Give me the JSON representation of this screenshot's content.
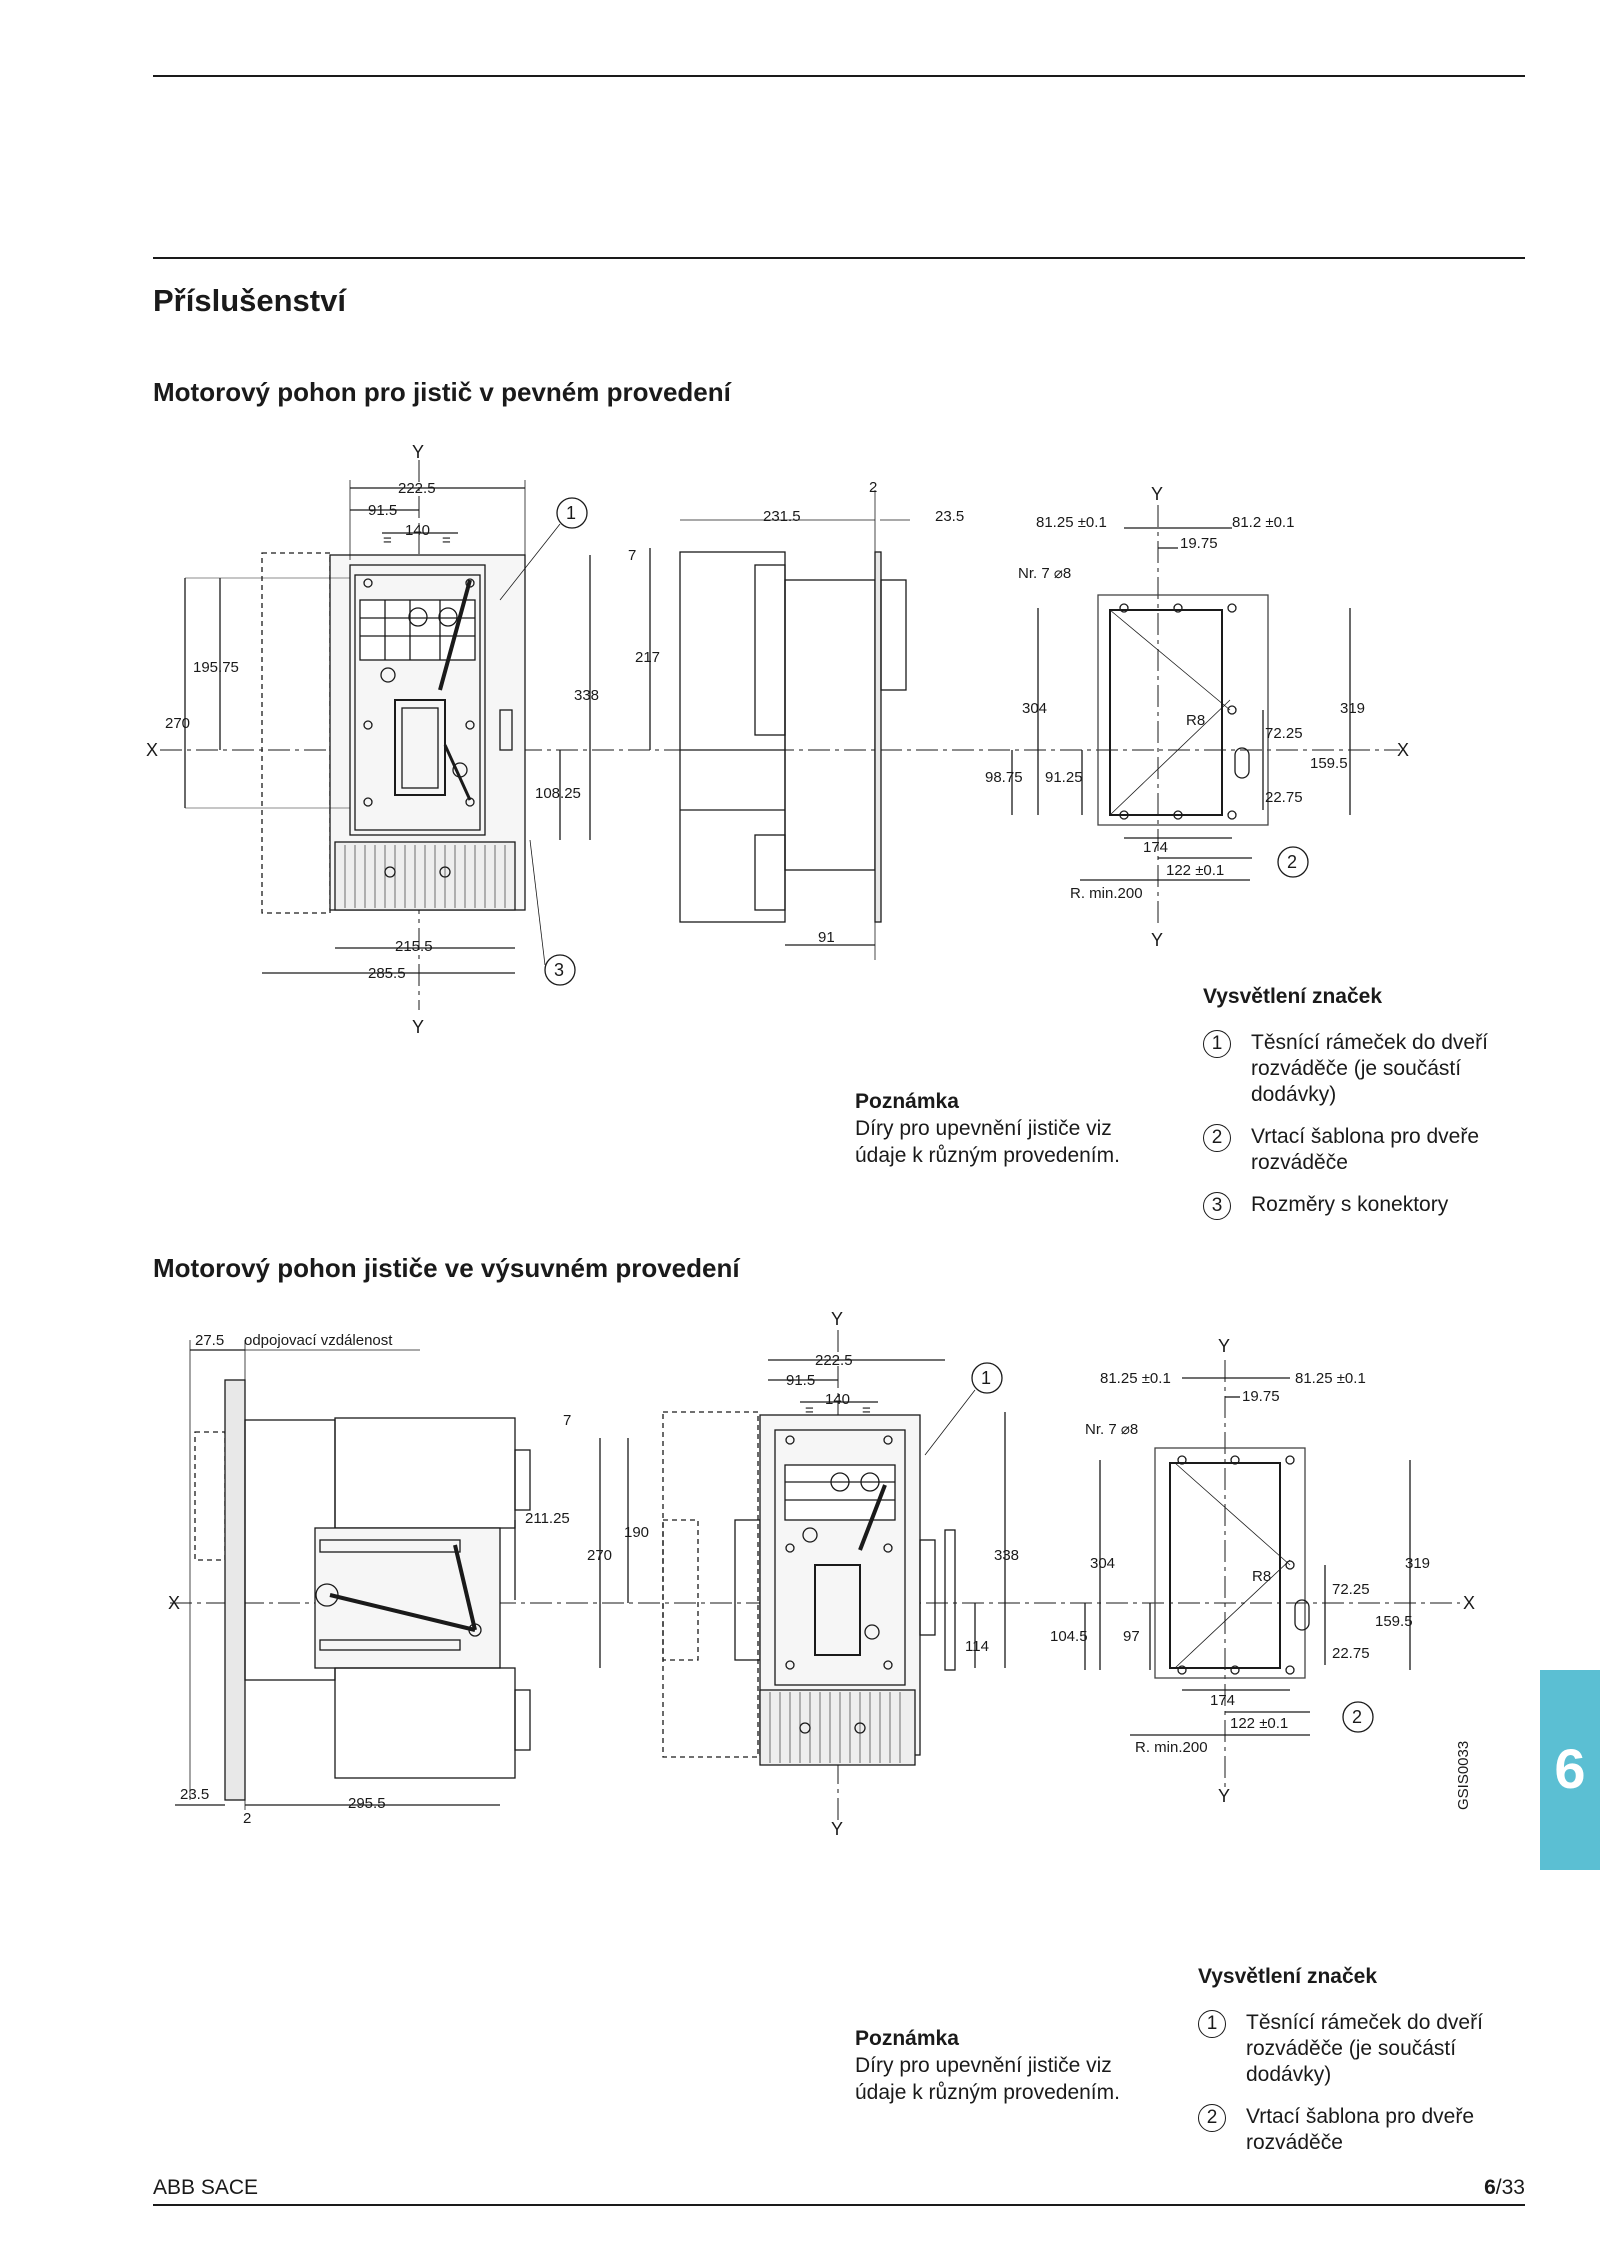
{
  "header": {
    "section_title": "Příslušenství"
  },
  "fixed": {
    "heading": "Motorový pohon pro jistič v pevném provedení",
    "axis_labels": {
      "x": "X",
      "y": "Y"
    },
    "callouts": [
      "1",
      "2",
      "3"
    ],
    "dims_front": [
      "222.5",
      "91.5",
      "140",
      "=",
      "=",
      "195.75",
      "270",
      "338",
      "108.25",
      "215.5",
      "285.5"
    ],
    "dims_side": [
      "2",
      "231.5",
      "23.5",
      "7",
      "217",
      "91"
    ],
    "dims_template": [
      "81.25 ±0.1",
      "81.2 ±0.1",
      "19.75",
      "Nr. 7 ⌀8",
      "304",
      "319",
      "R8",
      "72.25",
      "159.5",
      "98.75",
      "91.25",
      "22.75",
      "174",
      "122 ±0.1",
      "R. min.200"
    ],
    "note": {
      "title": "Poznámka",
      "text1": "Díry pro upevnění jističe viz",
      "text2": "údaje k různým provedením."
    },
    "legend": {
      "title": "Vysvětlení značek",
      "items": [
        {
          "num": "1",
          "text": "Těsnící rámeček do dveří rozváděče (je součástí dodávky)"
        },
        {
          "num": "2",
          "text": "Vrtací šablona pro dveře rozváděče"
        },
        {
          "num": "3",
          "text": "Rozměry s konektory"
        }
      ]
    }
  },
  "withdrawable": {
    "heading": "Motorový pohon jističe ve výsuvném provedení",
    "axis_labels": {
      "x": "X",
      "y": "Y"
    },
    "callouts": [
      "1",
      "2"
    ],
    "dims_side": [
      "27.5",
      "odpojovací vzdálenost",
      "7",
      "211.25",
      "23.5",
      "2",
      "295.5"
    ],
    "dims_front": [
      "222.5",
      "91.5",
      "140",
      "=",
      "=",
      "190",
      "270",
      "338",
      "114"
    ],
    "dims_template": [
      "81.25 ±0.1",
      "81.25 ±0.1",
      "19.75",
      "Nr. 7 ⌀8",
      "304",
      "319",
      "R8",
      "72.25",
      "159.5",
      "104.5",
      "97",
      "22.75",
      "174",
      "122 ±0.1",
      "R. min.200"
    ],
    "drawing_code": "GSIS0033",
    "note": {
      "title": "Poznámka",
      "text1": "Díry pro upevnění jističe viz",
      "text2": "údaje k různým provedením."
    },
    "legend": {
      "title": "Vysvětlení značek",
      "items": [
        {
          "num": "1",
          "text": "Těsnící rámeček do dveří rozváděče (je součástí dodávky)"
        },
        {
          "num": "2",
          "text": "Vrtací šablona pro dveře rozváděče"
        }
      ]
    }
  },
  "side_tab": "6",
  "footer": {
    "brand": "ABB SACE",
    "page_bold": "6",
    "page_rest": "/33"
  }
}
